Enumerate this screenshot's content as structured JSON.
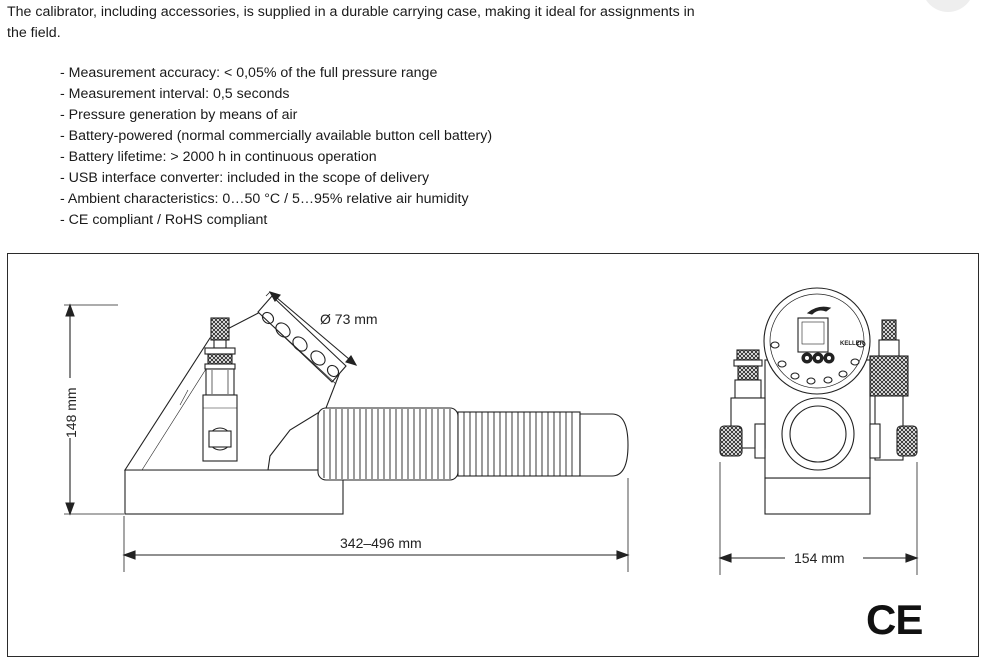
{
  "intro_text": "The calibrator, including accessories, is supplied in a durable carrying case, making it ideal for assignments in the field.",
  "features": [
    "- Measurement accuracy: < 0,05% of the full pressure range",
    "- Measurement interval: 0,5 seconds",
    "- Pressure generation by means of air",
    "- Battery-powered (normal commercially available button cell battery)",
    "- Battery lifetime: > 2000 h in continuous operation",
    "- USB interface converter: included in the scope of delivery",
    "- Ambient characteristics: 0…50 °C / 5…95% relative air humidity",
    "- CE compliant / RoHS compliant"
  ],
  "drawing": {
    "diameter_label": "Ø 73 mm",
    "height_label": "148 mm",
    "length_label": "342–496 mm",
    "width_label": "154 mm",
    "brand_label": "KELLER",
    "ce_mark": "CE"
  }
}
